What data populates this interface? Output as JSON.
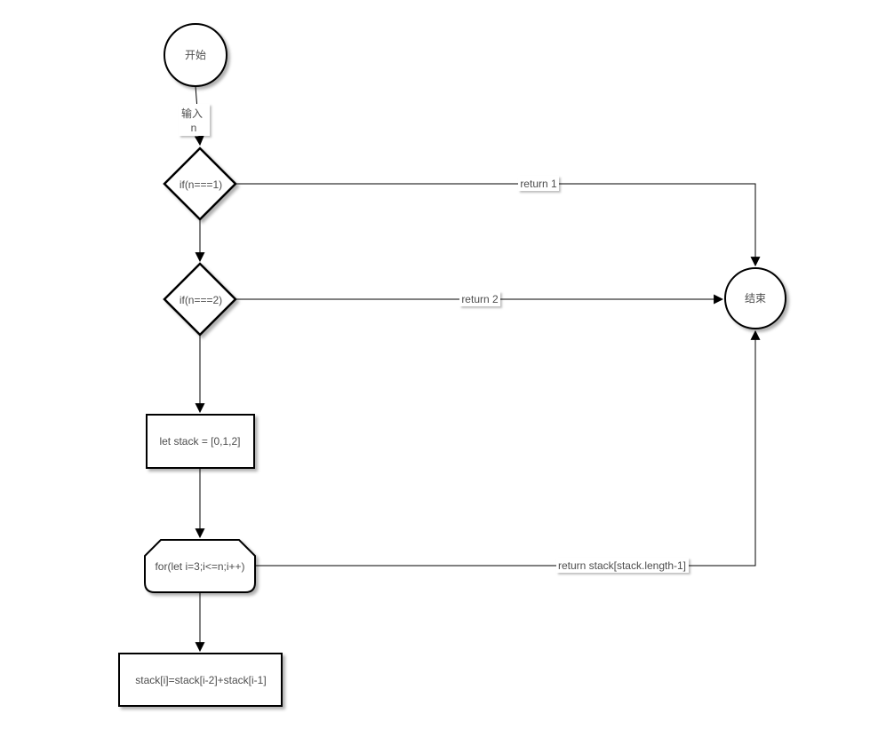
{
  "diagram": {
    "nodes": {
      "start": {
        "label": "开始",
        "shape": "circle"
      },
      "cond1": {
        "label": "if(n===1)",
        "shape": "diamond"
      },
      "cond2": {
        "label": "if(n===2)",
        "shape": "diamond"
      },
      "init": {
        "label": "let stack = [0,1,2]",
        "shape": "rectangle"
      },
      "loop": {
        "label": "for(let i=3;i<=n;i++)",
        "shape": "loop-limit"
      },
      "assign": {
        "label": "stack[i]=stack[i-2]+stack[i-1]",
        "shape": "rectangle"
      },
      "end": {
        "label": "结束",
        "shape": "circle"
      }
    },
    "edge_labels": {
      "input": {
        "line1": "输入",
        "line2": "n"
      },
      "return1": "return 1",
      "return2": "return 2",
      "return_stack": "return stack[stack.length-1]"
    },
    "colors": {
      "canvas_bg": "#ffffff",
      "node_fill": "#ffffff",
      "node_stroke": "#000000",
      "edge_stroke": "#000000",
      "text": "#4d4d4d"
    }
  }
}
